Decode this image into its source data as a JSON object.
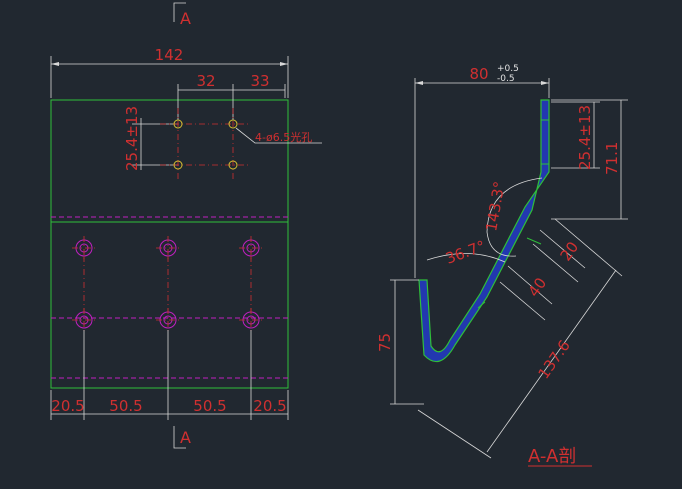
{
  "section_marker_top": "A",
  "section_marker_bottom": "A",
  "front_view": {
    "width_dim": "142",
    "hole_spacing_x1": "32",
    "hole_spacing_x2": "33",
    "hole_spacing_y": "25.4±13",
    "hole_callout": "4-ø6.5光孔",
    "bottom_dims": [
      "20.5",
      "50.5",
      "50.5",
      "20.5"
    ]
  },
  "section_view": {
    "title": "A-A剖",
    "top_width": "80",
    "top_tol_upper": "+0.5",
    "top_tol_lower": "-0.5",
    "slot_dim": "25.4±13",
    "height_dim": "71.1",
    "angle_obtuse": "143.3°",
    "angle_acute": "36.7°",
    "offset_20": "20",
    "offset_40": "40",
    "diag_length": "137.6",
    "hook_height": "75"
  },
  "colors": {
    "background": "#212830",
    "outline": "#2fbf3a",
    "dimension": "#d03030",
    "hidden": "#c020c0",
    "section_fill": "#2238b0",
    "extension": "#d8d8d8"
  }
}
